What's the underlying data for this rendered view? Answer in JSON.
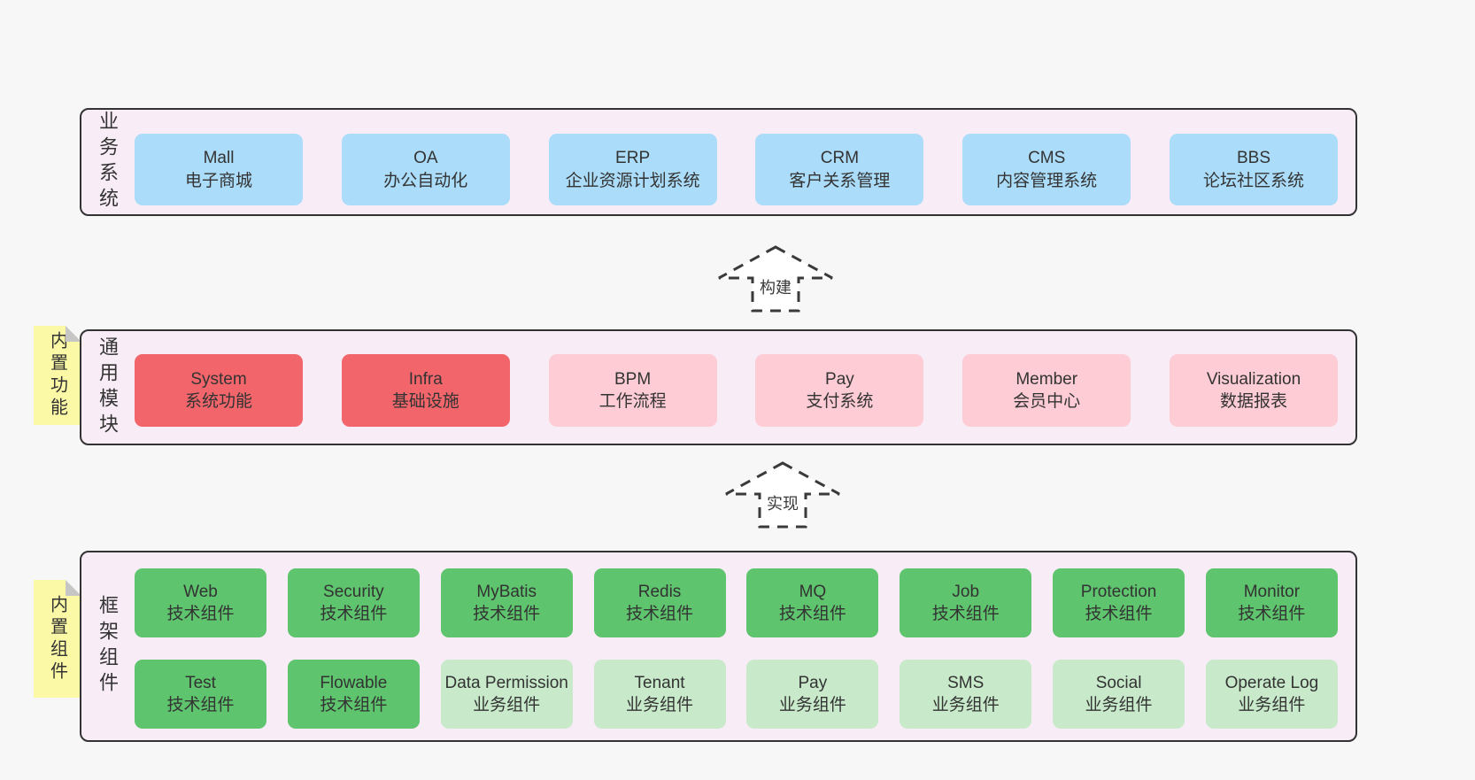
{
  "colors": {
    "page_bg": "#f7f7f7",
    "panel_bg": "#f8edf6",
    "panel_border": "#333333",
    "blue": "#abdcf9",
    "red": "#f2666b",
    "pink": "#fdccd5",
    "green": "#5ec46d",
    "light_green": "#c8eacb",
    "note_bg": "#fbf9a6",
    "note_fold": "#c6c6c6",
    "text": "#333333"
  },
  "panels": {
    "business": {
      "label": "业务系统",
      "boxes": [
        {
          "title": "Mall",
          "subtitle": "电子商城"
        },
        {
          "title": "OA",
          "subtitle": "办公自动化"
        },
        {
          "title": "ERP",
          "subtitle": "企业资源计划系统"
        },
        {
          "title": "CRM",
          "subtitle": "客户关系管理"
        },
        {
          "title": "CMS",
          "subtitle": "内容管理系统"
        },
        {
          "title": "BBS",
          "subtitle": "论坛社区系统"
        }
      ]
    },
    "modules": {
      "label": "通用模块",
      "note": "内置功能",
      "boxes": [
        {
          "title": "System",
          "subtitle": "系统功能"
        },
        {
          "title": "Infra",
          "subtitle": "基础设施"
        },
        {
          "title": "BPM",
          "subtitle": "工作流程"
        },
        {
          "title": "Pay",
          "subtitle": "支付系统"
        },
        {
          "title": "Member",
          "subtitle": "会员中心"
        },
        {
          "title": "Visualization",
          "subtitle": "数据报表"
        }
      ]
    },
    "components": {
      "label": "框架组件",
      "note": "内置组件",
      "row1": [
        {
          "title": "Web",
          "subtitle": "技术组件"
        },
        {
          "title": "Security",
          "subtitle": "技术组件"
        },
        {
          "title": "MyBatis",
          "subtitle": "技术组件"
        },
        {
          "title": "Redis",
          "subtitle": "技术组件"
        },
        {
          "title": "MQ",
          "subtitle": "技术组件"
        },
        {
          "title": "Job",
          "subtitle": "技术组件"
        },
        {
          "title": "Protection",
          "subtitle": "技术组件"
        },
        {
          "title": "Monitor",
          "subtitle": "技术组件"
        }
      ],
      "row2": [
        {
          "title": "Test",
          "subtitle": "技术组件"
        },
        {
          "title": "Flowable",
          "subtitle": "技术组件"
        },
        {
          "title": "Data Permission",
          "subtitle": "业务组件"
        },
        {
          "title": "Tenant",
          "subtitle": "业务组件"
        },
        {
          "title": "Pay",
          "subtitle": "业务组件"
        },
        {
          "title": "SMS",
          "subtitle": "业务组件"
        },
        {
          "title": "Social",
          "subtitle": "业务组件"
        },
        {
          "title": "Operate Log",
          "subtitle": "业务组件"
        }
      ]
    }
  },
  "arrows": {
    "build": "构建",
    "implement": "实现"
  }
}
